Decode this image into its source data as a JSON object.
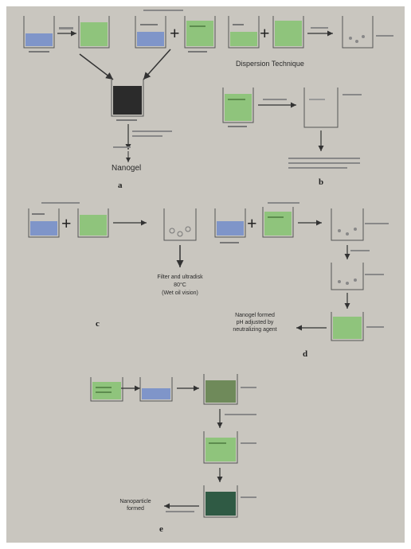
{
  "panel_letters": {
    "a": "a",
    "b": "b",
    "c": "c",
    "d": "d",
    "e": "e"
  },
  "headings": {
    "dispersion": "Dispersion Technique"
  },
  "labels": {
    "a_nanogel": "Nanogel",
    "c_filter": [
      "Filter and ultradisk",
      "80°C",
      "(Wet oil vision)"
    ],
    "d_result": [
      "Nanogel formed",
      "pH adjusted by",
      "neutralizing agent"
    ],
    "e_result": [
      "Nanoparticle",
      "formed"
    ]
  },
  "colors": {
    "panel_bg": "#c9c6bf",
    "blue_liquid": "#7f95c9",
    "green_liquid": "#8fc47c",
    "dark_liquid": "#2b2b2b",
    "dark_green": "#2f5a44",
    "olive": "#6f8a5a",
    "arrow": "#333333"
  }
}
